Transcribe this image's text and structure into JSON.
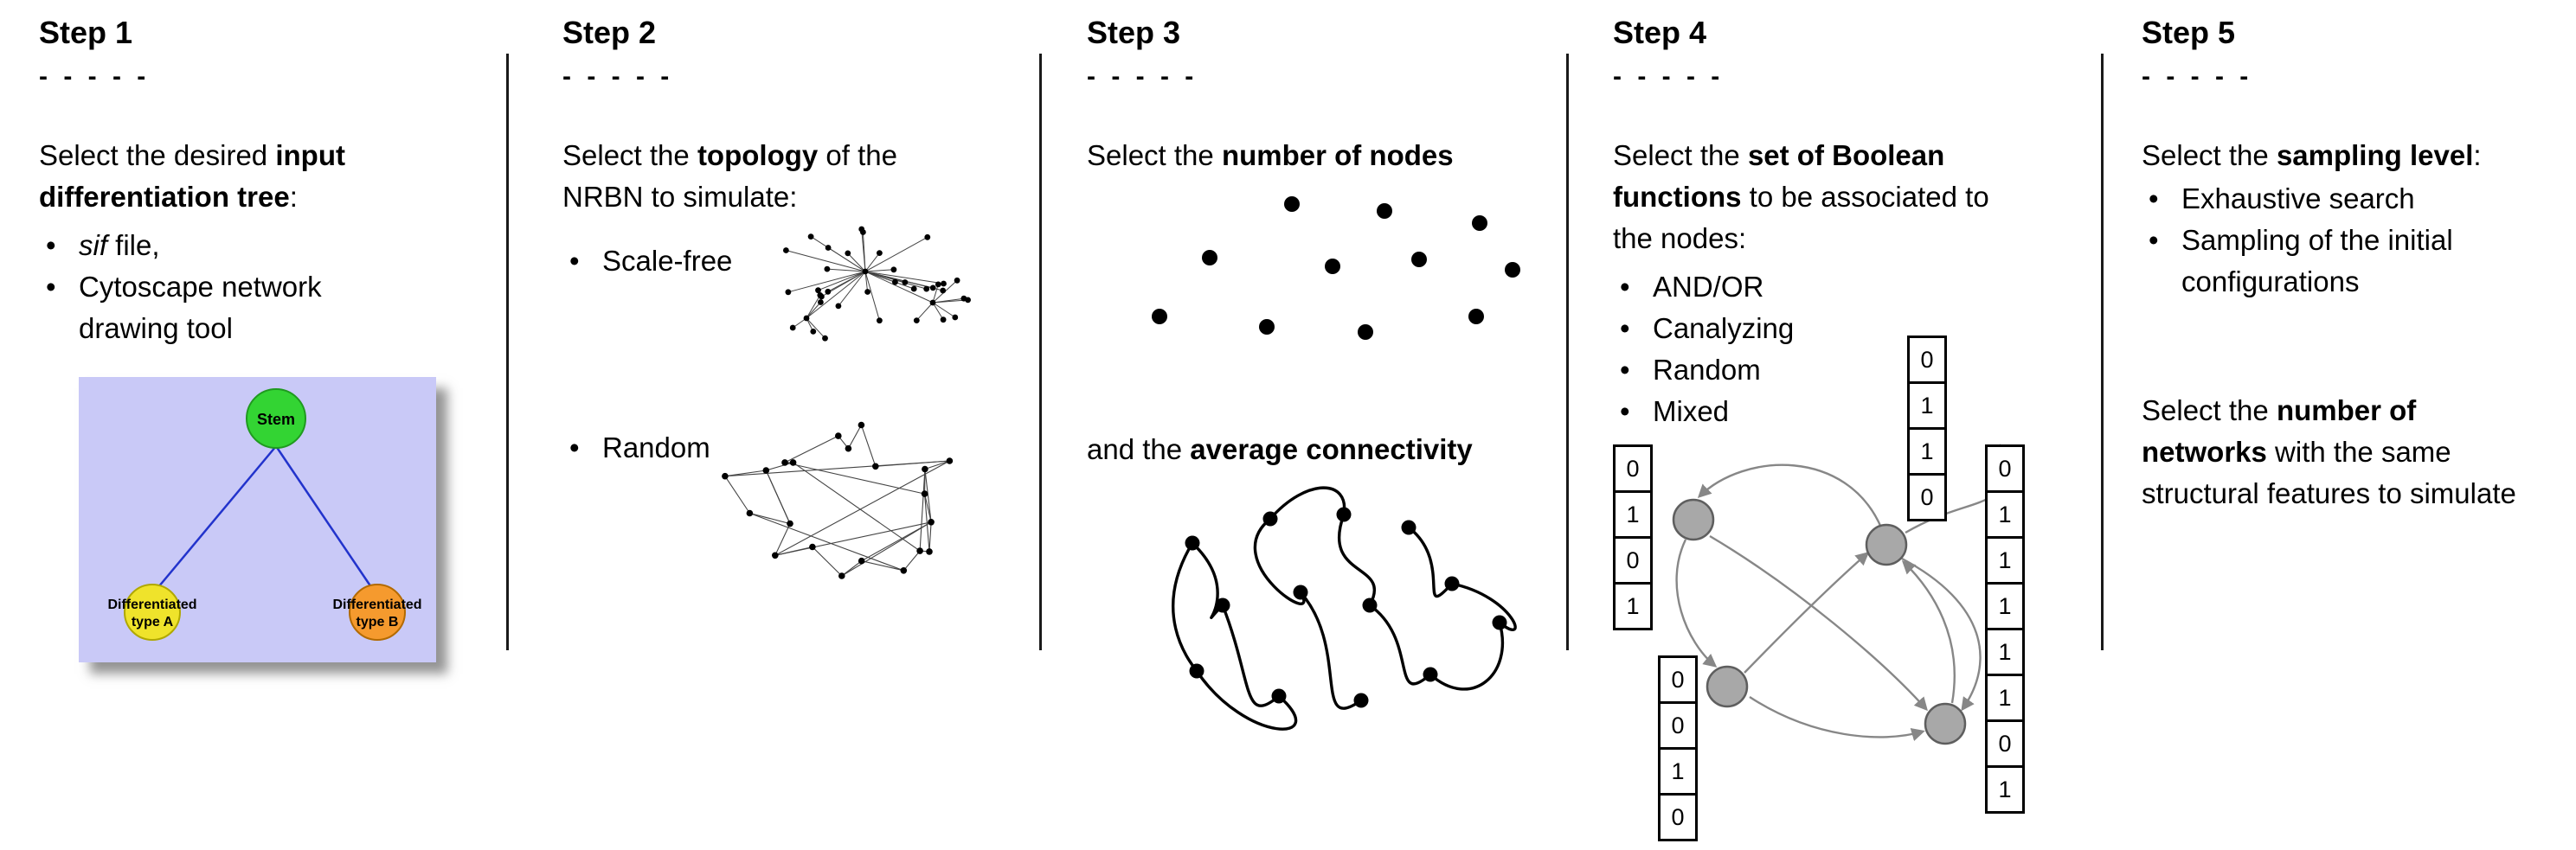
{
  "page": {
    "background": "#ffffff",
    "divider_color": "#1a1a1a"
  },
  "step1": {
    "title": "Step 1",
    "dashes": "- - - - -",
    "intro_pre": "Select the desired ",
    "intro_bold": "input differentiation tree",
    "intro_post": ":",
    "bullet1_italic": "sif",
    "bullet1_rest": " file,",
    "bullet2": "Cytoscape network drawing tool",
    "tree": {
      "background": "#c9c9f7",
      "stem_label": "Stem",
      "stem_color": "#33d433",
      "typeA_label_line1": "Differentiated",
      "typeA_label_line2": "type A",
      "typeA_color": "#efe32b",
      "typeB_label_line1": "Differentiated",
      "typeB_label_line2": "type B",
      "typeB_color": "#f59a2e",
      "edge_color": "#2233cc"
    }
  },
  "step2": {
    "title": "Step 2",
    "dashes": "- - - - -",
    "intro_pre": "Select the ",
    "intro_bold": "topology",
    "intro_post": " of the NRBN to simulate:",
    "bullets": [
      "Scale-free",
      "Random"
    ]
  },
  "step3": {
    "title": "Step 3",
    "dashes": "- - - - -",
    "intro_pre": "Select the ",
    "intro_bold": "number of nodes",
    "sub_pre": "and the ",
    "sub_bold": "average connectivity"
  },
  "step4": {
    "title": "Step 4",
    "dashes": "- - - - -",
    "intro_pre": "Select the ",
    "intro_bold": "set of Boolean functions",
    "intro_post": " to be associated to the nodes:",
    "bullets": [
      "AND/OR",
      "Canalyzing",
      "Random",
      "Mixed"
    ],
    "tables": {
      "top": [
        "0",
        "1",
        "1",
        "0"
      ],
      "left": [
        "0",
        "1",
        "0",
        "1"
      ],
      "bottom_left": [
        "0",
        "0",
        "1",
        "0"
      ],
      "right": [
        "0",
        "1",
        "1",
        "1",
        "1",
        "1",
        "0",
        "1"
      ]
    },
    "node_color": "#a8a8a8",
    "node_border_color": "#5e5e5e",
    "arrow_color": "#878787"
  },
  "step5": {
    "title": "Step 5",
    "dashes": "- - - - -",
    "intro_pre": "Select the ",
    "intro_bold": "sampling level",
    "intro_post": ":",
    "bullets": [
      "Exhaustive search",
      "Sampling of the initial configurations"
    ],
    "para2_pre": "Select the ",
    "para2_bold": "number of networks",
    "para2_post": " with the same structural features to simulate"
  }
}
